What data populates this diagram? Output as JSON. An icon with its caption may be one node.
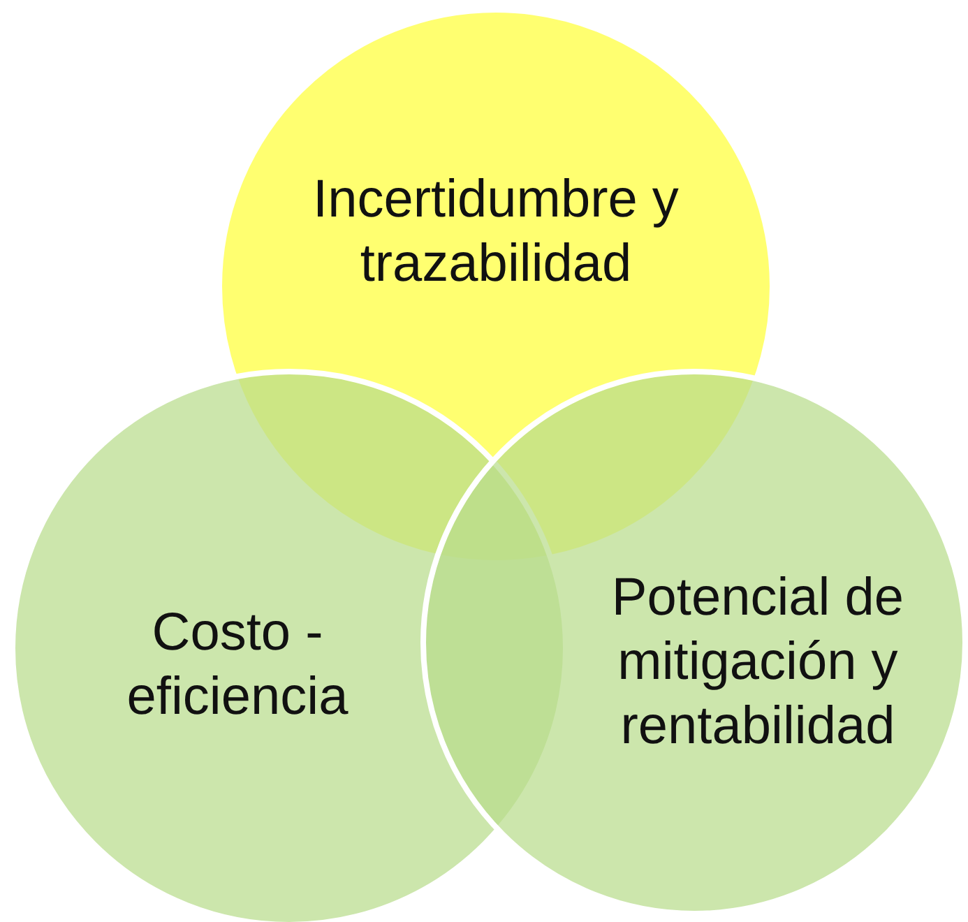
{
  "diagram": {
    "nodes": [
      {
        "text": [
          "Incertidumbre y trazabilidad"
        ]
      },
      {
        "text": [
          "Costo - eficiencia"
        ]
      },
      {
        "text": [
          "Potencial de mitigación y rentabilidad"
        ]
      }
    ]
  }
}
